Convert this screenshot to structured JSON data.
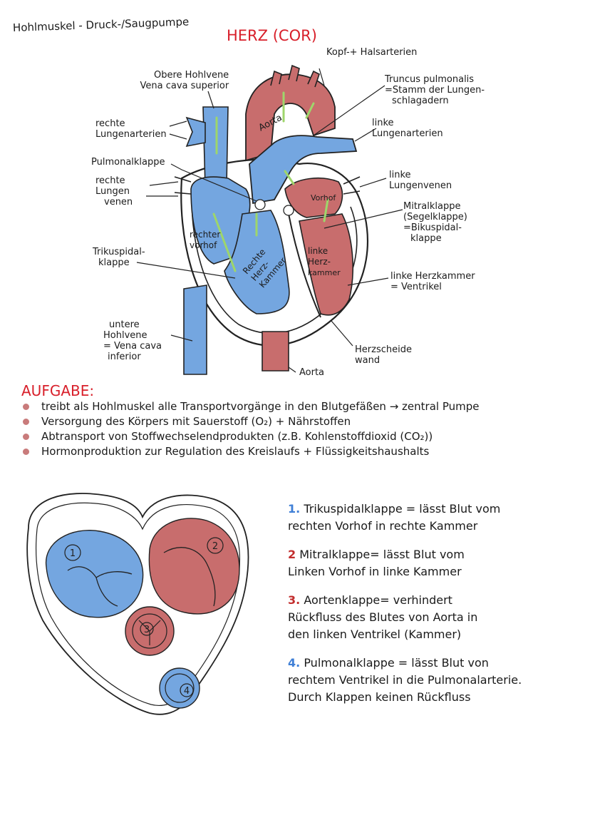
{
  "header": {
    "subtitle": "Hohlmuskel - Druck-/Saugpumpe",
    "title": "HERZ (COR)"
  },
  "diagram_labels": {
    "kopf_hals": "Kopf-+ Halsarterien",
    "truncus": [
      "Truncus pulmonalis",
      "=Stamm der Lungen-",
      "schlagadern"
    ],
    "obere_hohlvene": [
      "Obere Hohlvene",
      "Vena cava superior"
    ],
    "rechte_lungenarterien": [
      "rechte",
      "Lungenarterien"
    ],
    "linke_lungenarterien": [
      "linke",
      "Lungenarterien"
    ],
    "pulmonalklappe": "Pulmonalklappe",
    "rechte_lungenvenen": [
      "rechte",
      "Lungen",
      "venen"
    ],
    "linke_lungenvenen": [
      "linke",
      "Lungenvenen"
    ],
    "mitralklappe": [
      "Mitralklappe",
      "(Segelklappe)",
      "=Bikuspidal-",
      "klappe"
    ],
    "trikuspidalklappe": [
      "Trikuspidal-",
      "klappe"
    ],
    "rechter_vorhof": [
      "rechter",
      "vorhof"
    ],
    "aorta_top": "Aorta",
    "vorhof": "Vorhof",
    "linke_herzkammer_inner": [
      "linke",
      "Herz-",
      "kammer"
    ],
    "rechte_herzkammer_inner": [
      "Rechte",
      "Herz-",
      "Kammer"
    ],
    "linke_herzkammer": [
      "linke Herzkammer",
      "= Ventrikel"
    ],
    "untere_hohlvene": [
      "untere",
      "Hohlvene",
      "= Vena cava",
      "inferior"
    ],
    "herzscheidewand": [
      "Herzscheide",
      "wand"
    ],
    "aorta_bottom": "Aorta"
  },
  "task": {
    "heading": "AUFGABE:",
    "bullets": [
      "treibt als Hohlmuskel alle Transportvorgänge in den Blutgefäßen → zentral Pumpe",
      "Versorgung des Körpers mit Sauerstoff (O₂) + Nährstoffen",
      "Abtransport von Stoffwechselendprodukten (z.B. Kohlenstoffdioxid (CO₂))",
      "Hormonproduktion zur Regulation des Kreislaufs + Flüssigkeitshaushalts"
    ]
  },
  "valve_markers": [
    "1",
    "2",
    "3",
    "4"
  ],
  "valve_notes": [
    {
      "num": "1.",
      "lines": [
        "Trikuspidalklappe = lässt Blut vom",
        "rechten Vorhof in rechte Kammer"
      ]
    },
    {
      "num": "2",
      "lines": [
        "Mitralklappe= lässt Blut vom",
        "Linken Vorhof in linke Kammer"
      ]
    },
    {
      "num": "3.",
      "lines": [
        "Aortenklappe= verhindert",
        "Rückfluss des Blutes von Aorta in",
        "den linken Ventrikel (Kammer)"
      ]
    },
    {
      "num": "4.",
      "lines": [
        "Pulmonalklappe = lässt Blut von",
        "rechtem Ventrikel in die Pulmonalarterie.",
        "Durch Klappen keinen Rückfluss"
      ]
    }
  ],
  "colors": {
    "blue": "#74a6e0",
    "red": "#c86d6d",
    "arrow_green": "#9ed66b",
    "title_red": "#d81f2a"
  }
}
